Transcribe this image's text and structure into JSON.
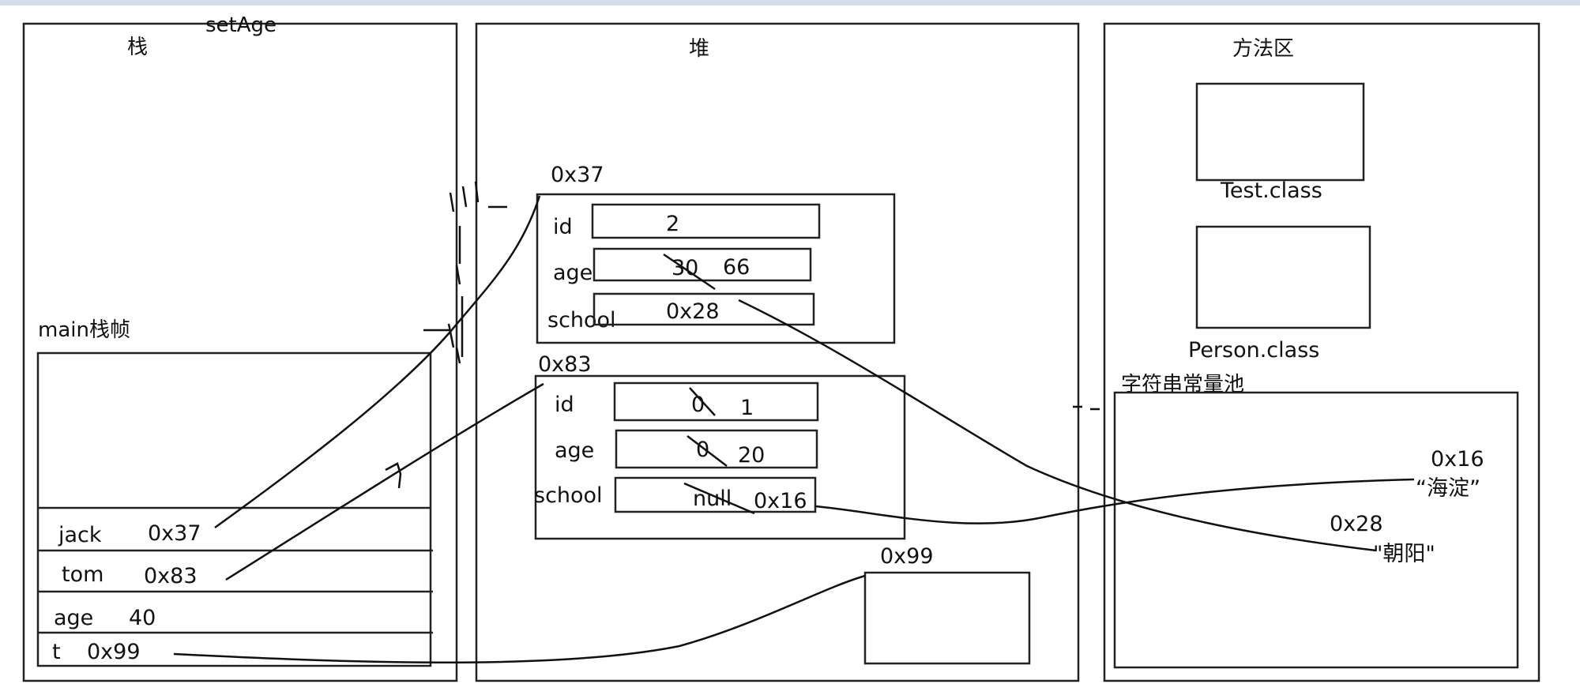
{
  "regions": {
    "stack_title": "栈",
    "stack_top_label": "setAge",
    "heap_title": "堆",
    "method_area_title": "方法区",
    "main_frame_label": "main栈帧",
    "string_pool_label": "字符串常量池"
  },
  "stack_vars": [
    {
      "name": "jack",
      "value": "0x37"
    },
    {
      "name": "tom",
      "value": "0x83"
    },
    {
      "name": "age",
      "value": "40"
    },
    {
      "name": "t",
      "value": "0x99"
    }
  ],
  "heap_objects": {
    "obj1": {
      "address": "0x37",
      "fields": [
        {
          "name": "id",
          "values": [
            "2"
          ]
        },
        {
          "name": "age",
          "values": [
            "30",
            "66"
          ]
        },
        {
          "name": "school",
          "values": [
            "0x28"
          ]
        }
      ]
    },
    "obj2": {
      "address": "0x83",
      "fields": [
        {
          "name": "id",
          "values": [
            "0",
            "1"
          ]
        },
        {
          "name": "age",
          "values": [
            "0",
            "20"
          ]
        },
        {
          "name": "school",
          "values": [
            "null",
            "0x16"
          ]
        }
      ]
    },
    "obj3": {
      "address": "0x99"
    }
  },
  "method_area": {
    "classes": [
      "Test.class",
      "Person.class"
    ],
    "strings": [
      {
        "address": "0x16",
        "text": "“海淀”"
      },
      {
        "address": "0x28",
        "text": "\"朝阳\""
      }
    ]
  },
  "colors": {
    "line": "#111111",
    "box_border": "#222222",
    "top_bar": "#d5dde8"
  }
}
